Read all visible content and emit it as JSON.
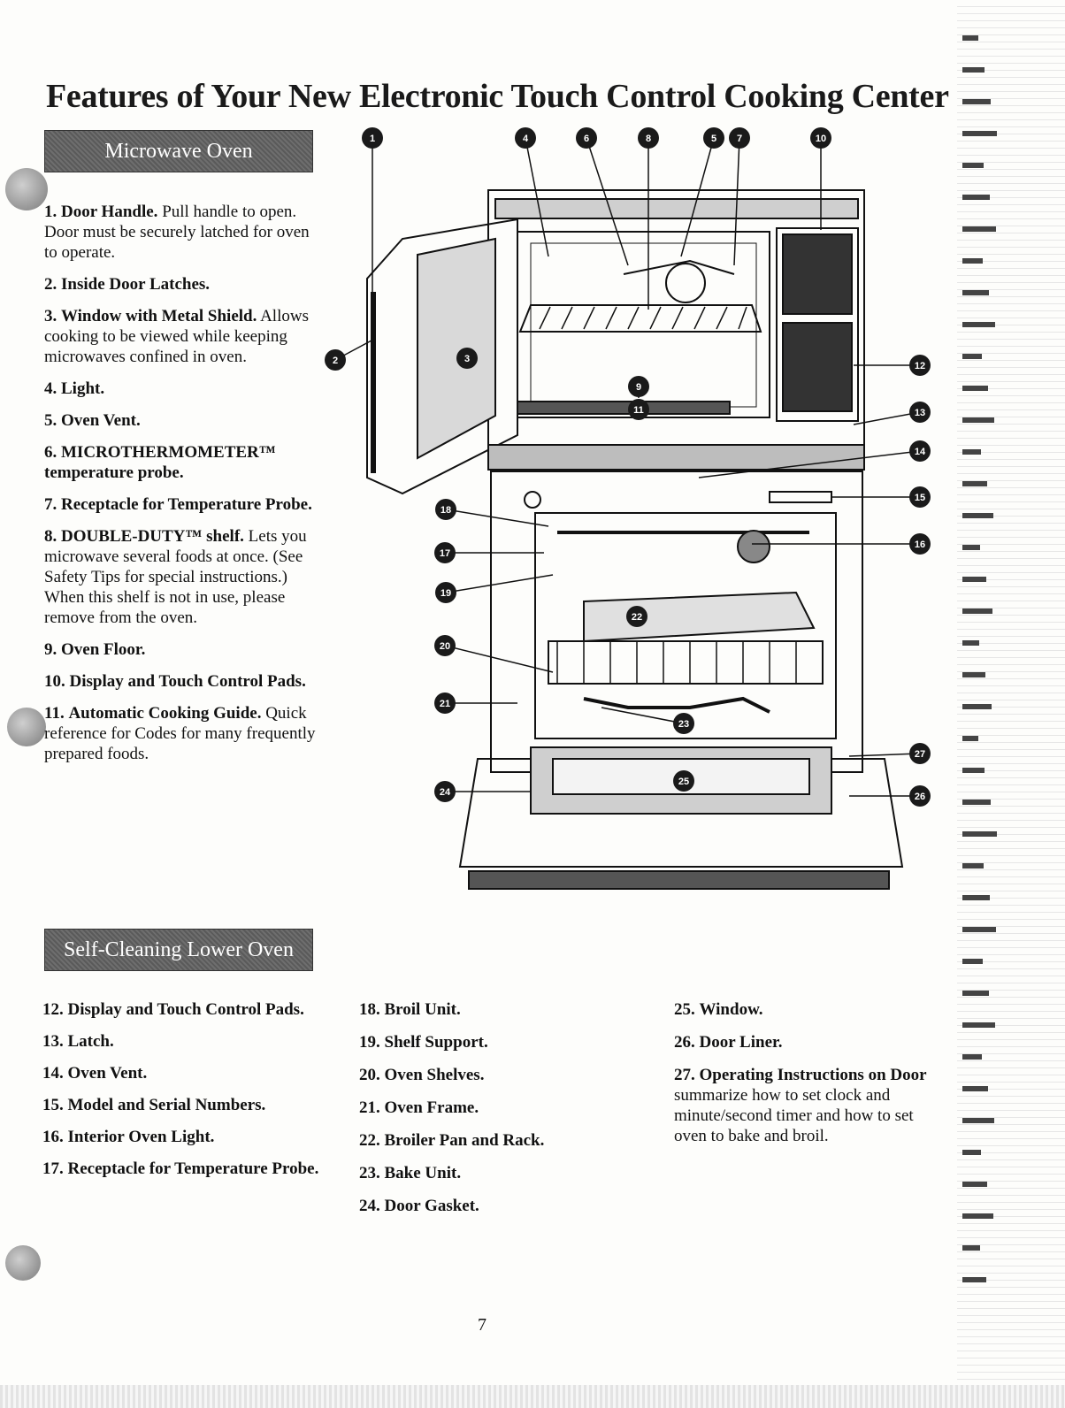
{
  "title": "Features of Your New Electronic Touch Control Cooking Center",
  "microwave": {
    "heading": "Microwave Oven",
    "items": [
      {
        "num": "1.",
        "name": "Door Handle.",
        "desc": "Pull handle to open. Door must be securely latched for oven to operate."
      },
      {
        "num": "2.",
        "name": "Inside Door Latches.",
        "desc": ""
      },
      {
        "num": "3.",
        "name": "Window with Metal Shield.",
        "desc": "Allows cooking to be viewed while keeping microwaves confined in oven."
      },
      {
        "num": "4.",
        "name": "Light.",
        "desc": ""
      },
      {
        "num": "5.",
        "name": "Oven Vent.",
        "desc": ""
      },
      {
        "num": "6.",
        "name": "MICROTHERMOMETER™ temperature probe.",
        "desc": ""
      },
      {
        "num": "7.",
        "name": "Receptacle for Temperature Probe.",
        "desc": ""
      },
      {
        "num": "8.",
        "name": "DOUBLE-DUTY™ shelf.",
        "desc": "Lets you microwave several foods at once. (See Safety Tips for special instructions.) When this shelf is not in use, please remove from the oven."
      },
      {
        "num": "9.",
        "name": "Oven Floor.",
        "desc": ""
      },
      {
        "num": "10.",
        "name": "Display and Touch Control Pads.",
        "desc": ""
      },
      {
        "num": "11.",
        "name": "Automatic Cooking Guide.",
        "desc": "Quick reference for Codes for many frequently prepared foods."
      }
    ]
  },
  "lower_oven": {
    "heading": "Self-Cleaning Lower Oven",
    "col1": [
      {
        "num": "12.",
        "name": "Display and Touch Control Pads.",
        "desc": ""
      },
      {
        "num": "13.",
        "name": "Latch.",
        "desc": ""
      },
      {
        "num": "14.",
        "name": "Oven Vent.",
        "desc": ""
      },
      {
        "num": "15.",
        "name": "Model and Serial Numbers.",
        "desc": ""
      },
      {
        "num": "16.",
        "name": "Interior Oven Light.",
        "desc": ""
      },
      {
        "num": "17.",
        "name": "Receptacle for Temperature Probe.",
        "desc": ""
      }
    ],
    "col2": [
      {
        "num": "18.",
        "name": "Broil Unit.",
        "desc": ""
      },
      {
        "num": "19.",
        "name": "Shelf Support.",
        "desc": ""
      },
      {
        "num": "20.",
        "name": "Oven Shelves.",
        "desc": ""
      },
      {
        "num": "21.",
        "name": "Oven Frame.",
        "desc": ""
      },
      {
        "num": "22.",
        "name": "Broiler Pan and Rack.",
        "desc": ""
      },
      {
        "num": "23.",
        "name": "Bake Unit.",
        "desc": ""
      },
      {
        "num": "24.",
        "name": "Door Gasket.",
        "desc": ""
      }
    ],
    "col3": [
      {
        "num": "25.",
        "name": "Window.",
        "desc": ""
      },
      {
        "num": "26.",
        "name": "Door Liner.",
        "desc": ""
      },
      {
        "num": "27.",
        "name": "Operating Instructions on Door",
        "desc": "summarize how to set clock and minute/second timer and how to set oven to bake and broil."
      }
    ]
  },
  "callouts": [
    "1",
    "2",
    "3",
    "4",
    "5",
    "6",
    "7",
    "8",
    "9",
    "10",
    "11",
    "12",
    "13",
    "14",
    "15",
    "16",
    "17",
    "18",
    "19",
    "20",
    "21",
    "22",
    "23",
    "24",
    "25",
    "26",
    "27"
  ],
  "page_number": "7"
}
